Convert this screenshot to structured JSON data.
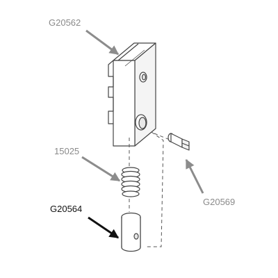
{
  "callouts": {
    "housing": "G20562",
    "spring": "15025",
    "pin": "G20569",
    "plunger": "G20564"
  },
  "colors": {
    "line": "#444444",
    "callout_gray": "#8a8a8a",
    "callout_dark": "#111111",
    "arrow_gray": "#8c8c8c"
  }
}
